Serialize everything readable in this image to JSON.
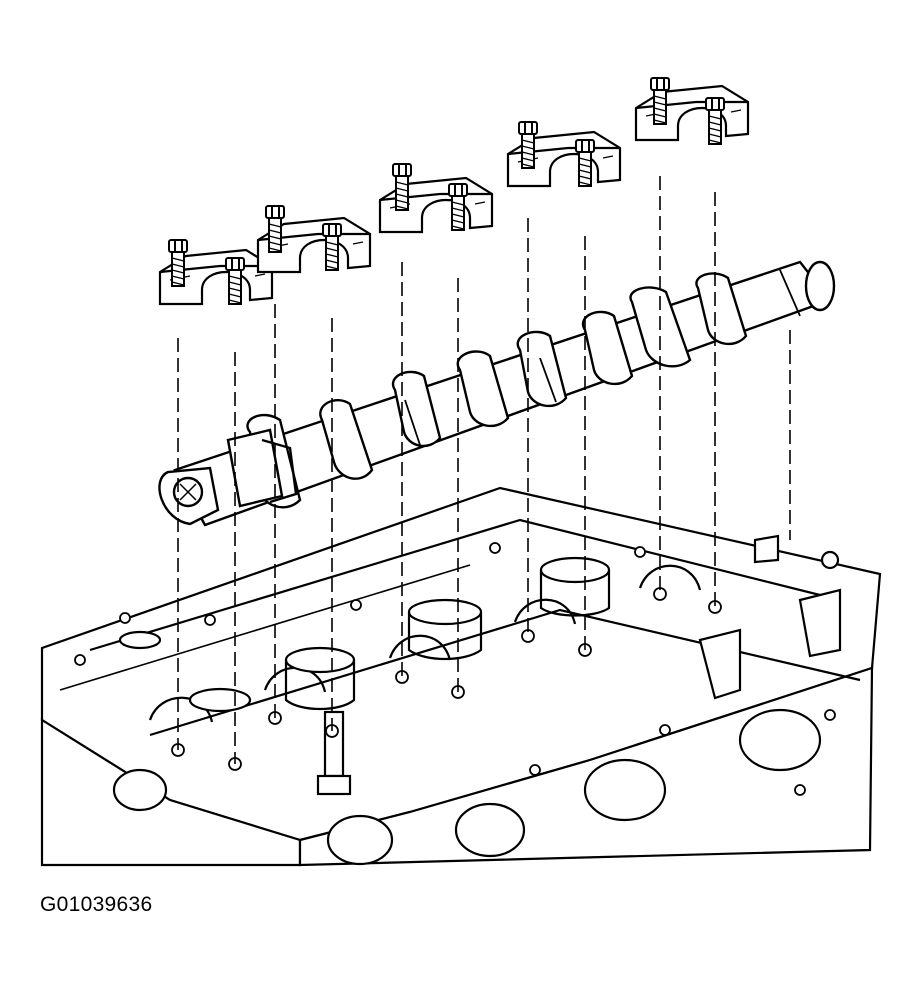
{
  "figure": {
    "id_label": "G01039636",
    "ink_color": "#000000",
    "paper_color": "#ffffff",
    "cap_count": 5,
    "bolt_count": 10,
    "camshaft_lobe_count": 8
  }
}
